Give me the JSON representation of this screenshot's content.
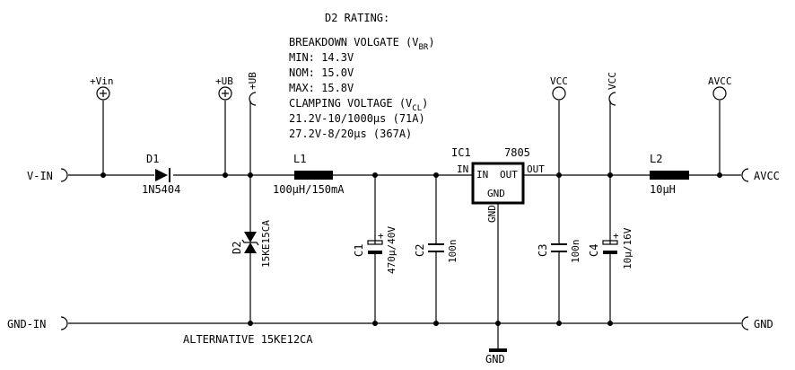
{
  "rating": {
    "title": "D2 RATING:",
    "breakdown": "BREAKDOWN VOLGATE (V",
    "breakdown_sub": "BR",
    "breakdown_close": ")",
    "min": "MIN: 14.3V",
    "nom": "NOM: 15.0V",
    "max": "MAX: 15.8V",
    "clamping": "CLAMPING VOLTAGE (V",
    "clamping_sub": "CL",
    "clamping_close": ")",
    "clamp1": "21.2V-10/1000µs (71A)",
    "clamp2": "27.2V-8/20µs (367A)"
  },
  "supplies": {
    "vin": "+Vin",
    "ub": "+UB",
    "ub_port": "+UB",
    "vcc1": "VCC",
    "vcc2": "VCC",
    "avcc": "AVCC"
  },
  "ports": {
    "vin": "V-IN",
    "gnd_in": "GND-IN",
    "avcc": "AVCC",
    "gnd": "GND",
    "gnd_bottom": "GND"
  },
  "parts": {
    "d1_ref": "D1",
    "d1_val": "1N5404",
    "d2_ref": "D2",
    "d2_val": "15KE15CA",
    "l1_ref": "L1",
    "l1_val": "100µH/150mA",
    "l2_ref": "L2",
    "l2_val": "10µH",
    "c1_ref": "C1",
    "c1_val": "470µ/40V",
    "c2_ref": "C2",
    "c2_val": "100n",
    "c3_ref": "C3",
    "c3_val": "100n",
    "c4_ref": "C4",
    "c4_val": "10µ/16V",
    "ic_ref": "IC1",
    "ic_val": "7805",
    "ic_in": "IN",
    "ic_out": "OUT",
    "ic_gnd": "GND",
    "pin_in": "IN",
    "pin_out": "OUT",
    "pin_gnd": "GND"
  },
  "note": "ALTERNATIVE 15KE12CA"
}
